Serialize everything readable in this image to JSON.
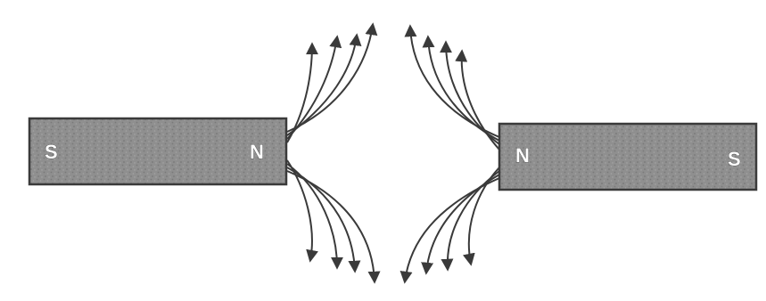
{
  "diagram": {
    "left_magnet": {
      "left_pole": "S",
      "right_pole": "N"
    },
    "right_magnet": {
      "left_pole": "N",
      "right_pole": "S"
    },
    "colors": {
      "magnet_fill": "#8f8f8f",
      "magnet_stroke": "#3a3a3a",
      "field_line": "#3a3a3a",
      "label": "#ffffff",
      "background": "#ffffff"
    }
  }
}
